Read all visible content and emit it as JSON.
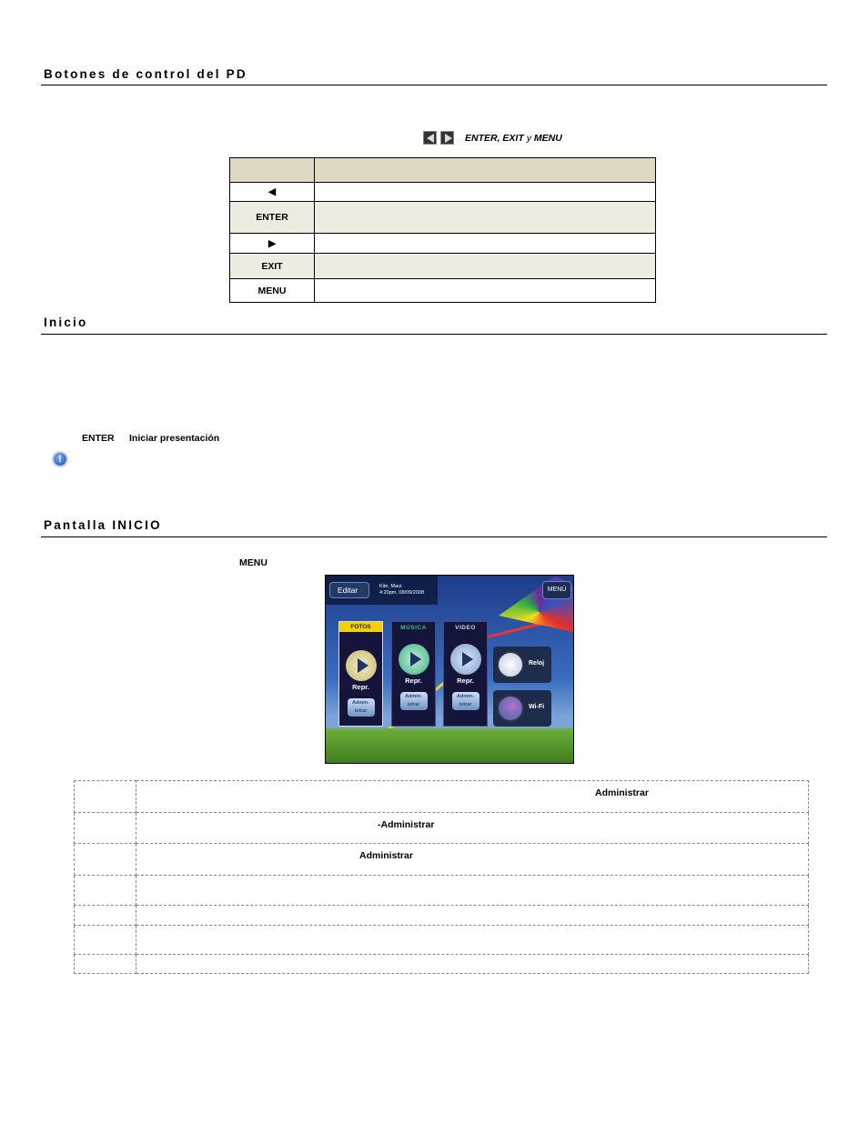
{
  "sections": {
    "controls": {
      "title": "Botones de control del PD",
      "intro_keys": "ENTER, EXIT",
      "intro_y": "y",
      "intro_menu": "MENU",
      "table": {
        "rows": [
          {
            "key": "◀",
            "icon": "left-arrow"
          },
          {
            "key": "ENTER"
          },
          {
            "key": "▶",
            "icon": "right-arrow"
          },
          {
            "key": "EXIT"
          },
          {
            "key": "MENU"
          }
        ]
      }
    },
    "inicio": {
      "title": "Inicio",
      "enter": "ENTER",
      "start_slideshow": "Iniciar presentación",
      "note_icon": "info-exclamation-icon"
    },
    "pantalla": {
      "title": "Pantalla INICIO",
      "menu": "MENU",
      "table": {
        "rows": [
          {
            "bold": "Administrar"
          },
          {
            "bold": "-Administrar"
          },
          {
            "bold": "Administrar"
          },
          {},
          {},
          {},
          {}
        ]
      }
    }
  },
  "screen": {
    "edit": "Editar",
    "location": "Kite, Maui",
    "datetime": "4:20pm, 08/09/2008",
    "menu": "MENÚ",
    "panels": [
      {
        "title": "FOTOS",
        "play": "Repr.",
        "manage": "Admin-istrar"
      },
      {
        "title": "MÚSICA",
        "play": "Repr.",
        "manage": "Admin-istrar"
      },
      {
        "title": "VIDEO",
        "play": "Repr.",
        "manage": "Admin-istrar"
      }
    ],
    "clock": "Reloj",
    "wifi": "Wi-Fi"
  },
  "colors": {
    "header_row": "#dfd9c4",
    "shaded_row": "#eeebe0",
    "fotos_accent": "#f5d000",
    "musica_accent": "#3fc08f",
    "video_accent": "#9fb8e0"
  }
}
